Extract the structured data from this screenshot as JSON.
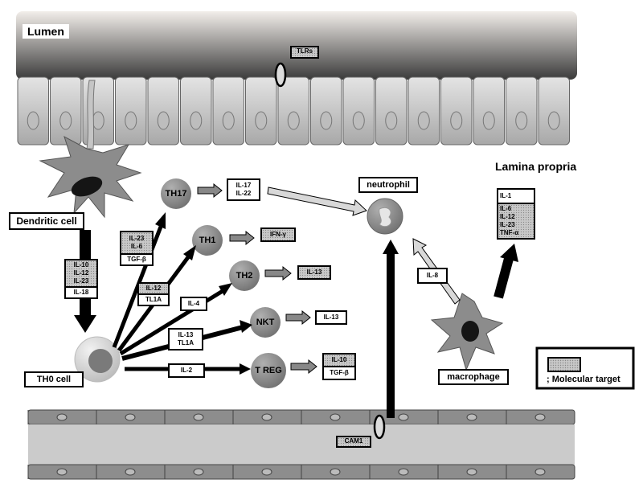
{
  "regions": {
    "lumen": "Lumen",
    "lamina_propria": "Lamina propria"
  },
  "cells": {
    "dendritic": "Dendritic cell",
    "th0": "TH0 cell",
    "th17": "TH17",
    "th1": "TH1",
    "th2": "TH2",
    "nkt": "NKT",
    "treg": "T REG",
    "neutrophil": "neutrophil",
    "macrophage": "macrophage"
  },
  "labels": {
    "tlrs": "TLRs",
    "cam1": "CAM1",
    "dc_targets": [
      "IL-10",
      "IL-12",
      "IL-23"
    ],
    "dc_plain": "IL-18",
    "th17_targets": [
      "IL-23",
      "IL-6"
    ],
    "th17_plain": "TGF-β",
    "th1_target": "IL-12",
    "th1_plain": "TL1A",
    "th2_in": "IL-4",
    "nkt_in": [
      "IL-13",
      "TL1A"
    ],
    "treg_in": "IL-2",
    "th17_out": [
      "IL-17",
      "IL-22"
    ],
    "th1_out": "IFN-γ",
    "th2_out": "IL-13",
    "nkt_out": "IL-13",
    "treg_out_target": "IL-10",
    "treg_out_plain": "TGF-β",
    "il8": "IL-8",
    "mac_plain": "IL-1",
    "mac_targets": [
      "IL-6",
      "IL-12",
      "IL-23",
      "TNF-α"
    ]
  },
  "legend": {
    "text": "; Molecular target"
  },
  "colors": {
    "target_fill": "#c8c8c8",
    "cell_fill": "#8a8a8a",
    "epithelium": "#cfcfcf",
    "vessel": "#a9a9a9"
  }
}
